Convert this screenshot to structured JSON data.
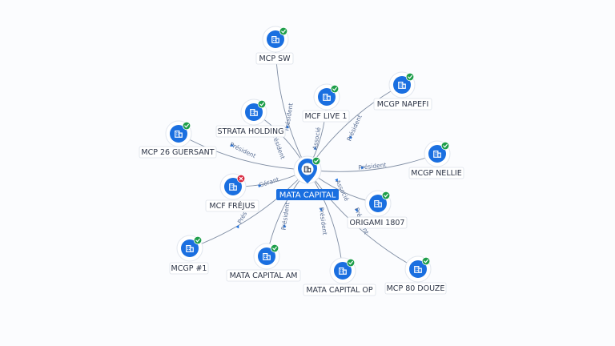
{
  "graph": {
    "center": {
      "label": "MATA CAPITAL",
      "icon": "company-icon"
    },
    "colors": {
      "accent": "#1a6fe0",
      "ok": "#1e9e4a",
      "error": "#d8263d",
      "edge": "#7f8da3",
      "edge_text": "#5a6f94"
    },
    "nodes": [
      {
        "label": "MCP SW",
        "status": "ok",
        "relation": "Président"
      },
      {
        "label": "MCF LIVE 1",
        "status": "ok",
        "relation": "Associé"
      },
      {
        "label": "MCGP NAPEFI",
        "status": "ok",
        "relation": "Président"
      },
      {
        "label": "STRATA HOLDING",
        "status": "ok",
        "relation": "Président"
      },
      {
        "label": "MCP 26 GUERSANT",
        "status": "ok",
        "relation": "Président"
      },
      {
        "label": "MCGP NELLIE",
        "status": "ok",
        "relation": "Président"
      },
      {
        "label": "MCF FRÉJUS",
        "status": "error",
        "relation": "Gérant"
      },
      {
        "label": "ORIGAMI 1807",
        "status": "ok",
        "relation": "Associé"
      },
      {
        "label": "MCGP #1",
        "status": "ok",
        "relation": "Prés"
      },
      {
        "label": "MATA CAPITAL AM",
        "status": "ok",
        "relation": "Président"
      },
      {
        "label": "MATA CAPITAL OP",
        "status": "ok",
        "relation": "Président"
      },
      {
        "label": "MCP 80 DOUZE",
        "status": "ok",
        "relation": "Président"
      }
    ]
  }
}
